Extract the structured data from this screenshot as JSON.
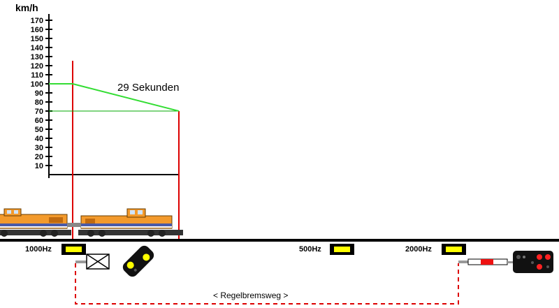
{
  "chart_data": {
    "type": "line",
    "ylabel": "km/h",
    "ylim": [
      0,
      170
    ],
    "yticks": [
      10,
      20,
      30,
      40,
      50,
      60,
      70,
      80,
      90,
      100,
      110,
      120,
      130,
      140,
      150,
      160,
      170
    ],
    "x": [
      0,
      29
    ],
    "series": [
      {
        "values": [
          100,
          70
        ],
        "color": "#33dd33"
      }
    ],
    "reference_line": {
      "value": 70,
      "color": "#00aa00"
    },
    "annotation": "29 Sekunden",
    "start_marker_color": "#dd0000",
    "end_marker_color": "#dd0000"
  },
  "track": {
    "magnets": [
      {
        "label": "1000Hz"
      },
      {
        "label": "500Hz"
      },
      {
        "label": "2000Hz"
      }
    ],
    "brake_distance_label": "< Regelbremsweg >",
    "colors": {
      "magnet_fill": "#ffff00",
      "magnet_frame": "#000000",
      "dashed_line": "#dd0000",
      "locomotive_body": "#f39a2c",
      "locomotive_stripe": "#4a5aa8",
      "signal_yellow": "#ffff00",
      "signal_red": "#ff2222"
    },
    "icons": [
      "locomotive-icon",
      "level-crossing-icon",
      "distant-signal-icon",
      "main-signal-icon",
      "barrier-icon"
    ]
  }
}
